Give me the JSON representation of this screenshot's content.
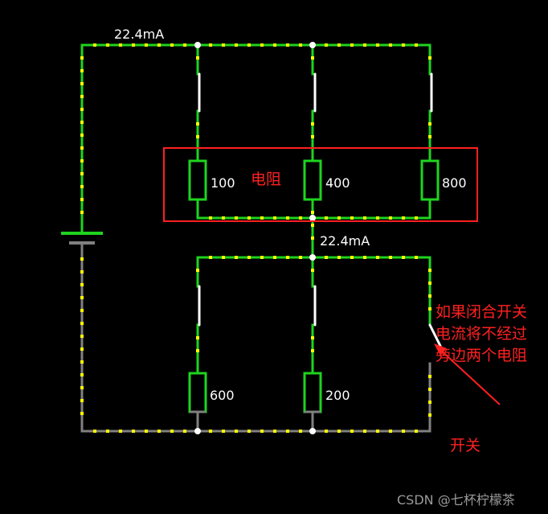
{
  "labels": {
    "current_top": "22.4mA",
    "current_mid": "22.4mA",
    "resistor_group_note": "电阻",
    "switch_note": "开关",
    "annotation_line1": "如果闭合开关",
    "annotation_line2": "电流将不经过",
    "annotation_line3": "旁边两个电阻",
    "watermark": "CSDN @七杯柠檬茶"
  },
  "resistors": [
    {
      "id": "r1",
      "value": "100"
    },
    {
      "id": "r2",
      "value": "400"
    },
    {
      "id": "r3",
      "value": "800"
    },
    {
      "id": "r4",
      "value": "600"
    },
    {
      "id": "r5",
      "value": "200"
    }
  ],
  "colors": {
    "background": "#000000",
    "live_wire": "#1ed41e",
    "dead_wire": "#808080",
    "current_dot": "#ffff00",
    "switch_blade": "#ffffff",
    "annotation": "#ff2020",
    "label_text": "#ffffff"
  }
}
